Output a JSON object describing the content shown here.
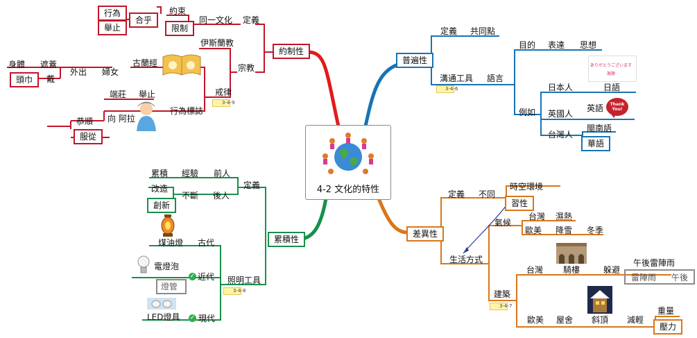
{
  "central": {
    "title": "4-2 文化的特性"
  },
  "colors": {
    "red": "#c0152a",
    "blue": "#1873b4",
    "green": "#17904a",
    "orange": "#d9761a",
    "gray": "#8a8a8a"
  },
  "branches": {
    "constraint": {
      "label": "約制性",
      "definition": {
        "label": "定義",
        "same_culture": "同一文化",
        "restrict": "限制",
        "bind": "約束",
        "conform": "合乎",
        "behavior": "行為",
        "conduct": "舉止"
      },
      "religion": {
        "label": "宗教",
        "islam": "伊斯蘭教",
        "quran": "古蘭經",
        "precepts": "戒律",
        "women": "婦女",
        "going_out": "外出",
        "cover": "遮蓋",
        "body": "身體",
        "wear": "戴",
        "headscarf": "頭巾",
        "behavior_mark": "行為標誌",
        "solemn": "端莊",
        "conduct": "舉止",
        "to_allah": "向 阿拉",
        "respectful": "恭順",
        "obedient": "服從",
        "ref": "3-4-9"
      }
    },
    "universal": {
      "label": "普遍性",
      "definition": {
        "label": "定義",
        "common": "共同點"
      },
      "tool": {
        "label": "溝通工具",
        "language": "語言",
        "ref": "3-4-6"
      },
      "purpose": {
        "label": "目的",
        "express": "表達",
        "thought": "思想",
        "thanks_jp": "ありがとうございます",
        "thanks_jp_sub": "謝謝"
      },
      "example": {
        "label": "例如",
        "japanese_person": "日本人",
        "japanese": "日語",
        "british_person": "英國人",
        "english": "英語",
        "thank_you": "Thank You!",
        "taiwanese_person": "台灣人",
        "minnan": "閩南語",
        "mandarin": "華語"
      }
    },
    "accumulative": {
      "label": "累積性",
      "definition": {
        "label": "定義",
        "accumulate": "累積",
        "experience": "經驗",
        "predecessors": "前人",
        "improve": "改造",
        "continuously": "不斷",
        "descendants": "後人",
        "innovate": "創新"
      },
      "lighting": {
        "label": "照明工具",
        "kerosene": "煤油燈",
        "ancient": "古代",
        "bulb": "電燈泡",
        "tube": "燈管",
        "modern": "近代",
        "led": "LED燈具",
        "current": "現代",
        "ref": "3-4-8"
      }
    },
    "difference": {
      "label": "差異性",
      "definition": {
        "label": "定義",
        "different": "不同",
        "spacetime": "時空環境",
        "custom": "習性"
      },
      "lifestyle": {
        "label": "生活方式"
      },
      "climate": {
        "label": "氣候",
        "taiwan": "台灣",
        "humid_hot": "濕熱",
        "europe": "歐美",
        "snow": "降雪",
        "winter": "冬季"
      },
      "architecture": {
        "label": "建築",
        "taiwan": "台灣",
        "arcade": "騎樓",
        "avoid": "躲避",
        "afternoon_shower": "午後雷陣雨",
        "thunder_shower": "雷陣雨",
        "afternoon": "午後",
        "europe": "歐美",
        "house": "屋舍",
        "slope": "斜頂",
        "reduce": "減輕",
        "weight": "重量",
        "pressure": "壓力",
        "ref": "3-4-7"
      }
    }
  }
}
